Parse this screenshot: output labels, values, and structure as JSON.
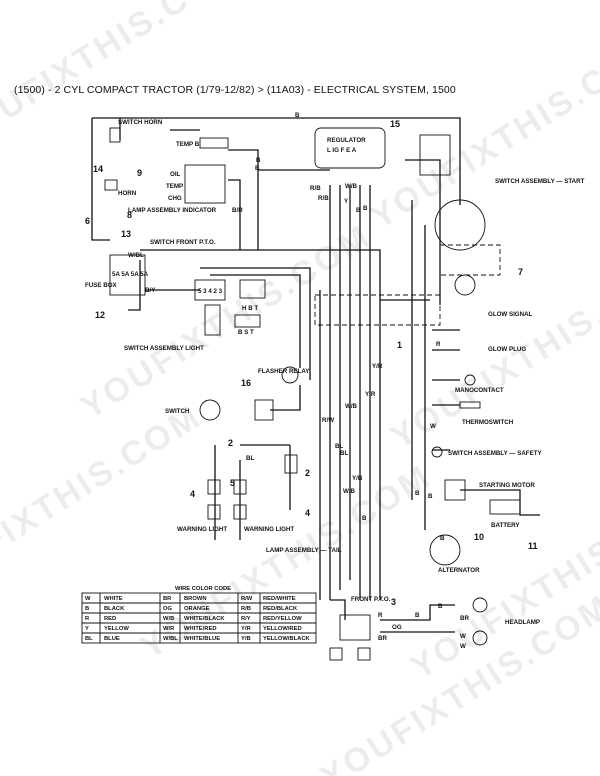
{
  "header": "(1500) - 2 CYL COMPACT TRACTOR (1/79-12/82) > (11A03) - ELECTRICAL SYSTEM, 1500",
  "watermark": "YOUFIXTHIS.COM",
  "callouts": [
    "15",
    "14",
    "9",
    "8",
    "6",
    "13",
    "12",
    "7",
    "1",
    "16",
    "2",
    "2",
    "5",
    "4",
    "4",
    "10",
    "11",
    "3"
  ],
  "labels": {
    "switch_horn": "SWITCH HORN",
    "temp_b": "TEMP B",
    "oil": "OIL",
    "temp": "TEMP",
    "chg": "CHG",
    "lamp_assembly_indicator": "LAMP ASSEMBLY INDICATOR",
    "horn": "HORN",
    "regulator": "REGULATOR",
    "regulator_pins": "L IG F E A",
    "switch_assembly_start": "SWITCH ASSEMBLY — START",
    "switch_front_pto_top": "SWITCH FRONT P.T.O.",
    "fuse_box": "FUSE BOX",
    "fuse_rating": "5A 5A 5A 5A",
    "switch_assembly_light": "SWITCH ASSEMBLY LIGHT",
    "switch_light_pins": "5 3 4 2 3",
    "hbt": "H B T",
    "bst": "B S T",
    "glow_signal": "GLOW SIGNAL",
    "glow_plug": "GLOW PLUG",
    "manocontact": "MANOCONTACT",
    "thermoswitch": "THERMOSWITCH",
    "switch_assembly_safety": "SWITCH ASSEMBLY — SAFETY",
    "starting_motor": "STARTING MOTOR",
    "battery": "BATTERY",
    "alternator": "ALTERNATOR",
    "headlamp": "HEADLAMP",
    "flasher_relay": "FLASHER RELAY",
    "switch": "SWITCH",
    "warning_light_left": "WARNING LIGHT",
    "warning_light_right": "WARNING LIGHT",
    "lamp_assembly_tail": "LAMP ASSEMBLY — TAIL",
    "switch_front_pto_bottom": "FRONT P.T.O.",
    "wire_tags": [
      "B",
      "W/BL",
      "B/Y",
      "W/B",
      "R/B",
      "Y",
      "B/R",
      "B",
      "B",
      "B",
      "R/W",
      "Y/R",
      "Y/R",
      "Y/B",
      "BL",
      "W/B",
      "B",
      "BL",
      "R",
      "B",
      "OG",
      "BR",
      "R",
      "W",
      "B",
      "B",
      "B",
      "B",
      "W",
      "BL",
      "W/B",
      "B",
      "BR",
      "W",
      "R/B"
    ]
  },
  "wire_color_code": {
    "title": "WIRE COLOR CODE",
    "rows": [
      [
        "W",
        "WHITE",
        "BR",
        "BROWN",
        "R/W",
        "RED/WHITE"
      ],
      [
        "B",
        "BLACK",
        "OG",
        "ORANGE",
        "R/B",
        "RED/BLACK"
      ],
      [
        "R",
        "RED",
        "W/B",
        "WHITE/BLACK",
        "R/Y",
        "RED/YELLOW"
      ],
      [
        "Y",
        "YELLOW",
        "W/R",
        "WHITE/RED",
        "Y/R",
        "YELLOW/RED"
      ],
      [
        "BL",
        "BLUE",
        "W/BL",
        "WHITE/BLUE",
        "Y/B",
        "YELLOW/BLACK"
      ]
    ]
  }
}
